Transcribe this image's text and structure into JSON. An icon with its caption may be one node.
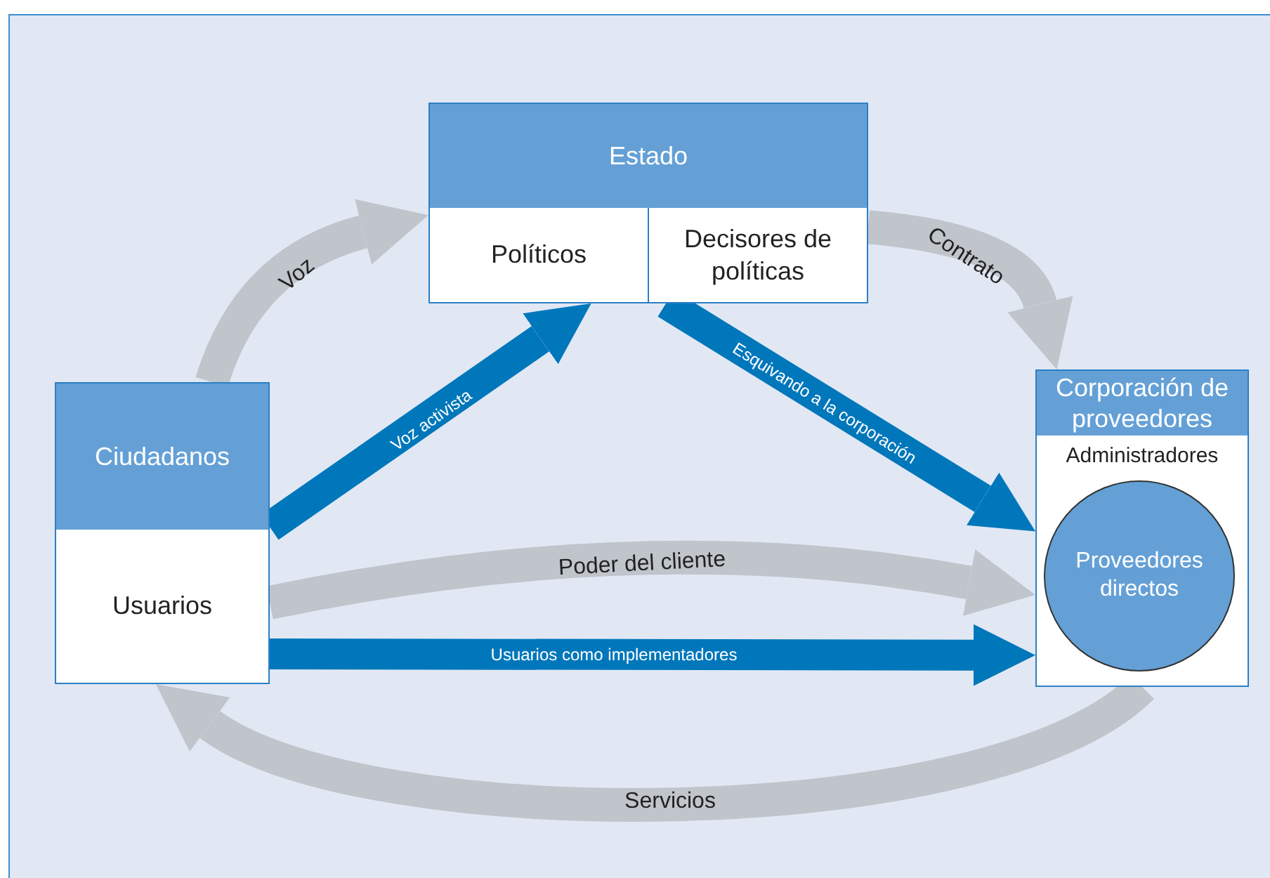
{
  "diagram": {
    "nodes": [
      {
        "text": [
          "Estado"
        ]
      },
      {
        "text": [
          "Políticos"
        ],
        "in": 0
      },
      {
        "text": [
          "Decisores de políticas"
        ],
        "in": 0
      },
      {
        "text": [
          "Ciudadanos"
        ]
      },
      {
        "text": [
          "Usuarios"
        ],
        "in": 3
      },
      {
        "text": [
          "Corporación de proveedores",
          "Administradores"
        ]
      },
      {
        "text": [
          "Proveedores directos"
        ],
        "in": 5
      }
    ],
    "edges": [
      {
        "from": 3,
        "to": 0,
        "arrow": "to",
        "label": "Voz"
      },
      {
        "from": 3,
        "to": 0,
        "arrow": "to",
        "label": "Voz activista",
        "color": "#0077bb"
      },
      {
        "from": 0,
        "to": 5,
        "arrow": "to",
        "label": "Contrato"
      },
      {
        "from": 0,
        "to": 5,
        "arrow": "to",
        "label": "Esquivando a la corporación",
        "color": "#0077bb"
      },
      {
        "from": 3,
        "to": 5,
        "arrow": "to",
        "label": "Poder del cliente"
      },
      {
        "from": 3,
        "to": 5,
        "arrow": "to",
        "label": "Usuarios como implementadores",
        "color": "#0077bb"
      },
      {
        "from": 5,
        "to": 3,
        "arrow": "to",
        "label": "Servicios"
      }
    ]
  }
}
